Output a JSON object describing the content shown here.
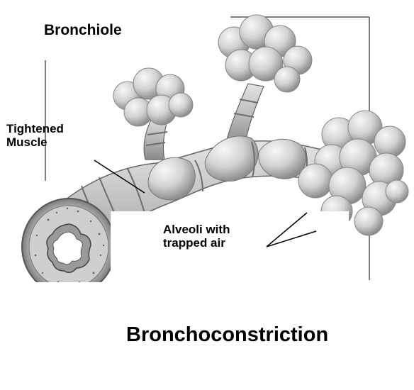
{
  "labels": {
    "bronchiole": "Bronchiole",
    "tightened_muscle_line1": "Tightened",
    "tightened_muscle_line2": "Muscle",
    "alveoli_line1": "Alveoli with",
    "alveoli_line2": "trapped air",
    "caption": "Bronchoconstriction"
  }
}
